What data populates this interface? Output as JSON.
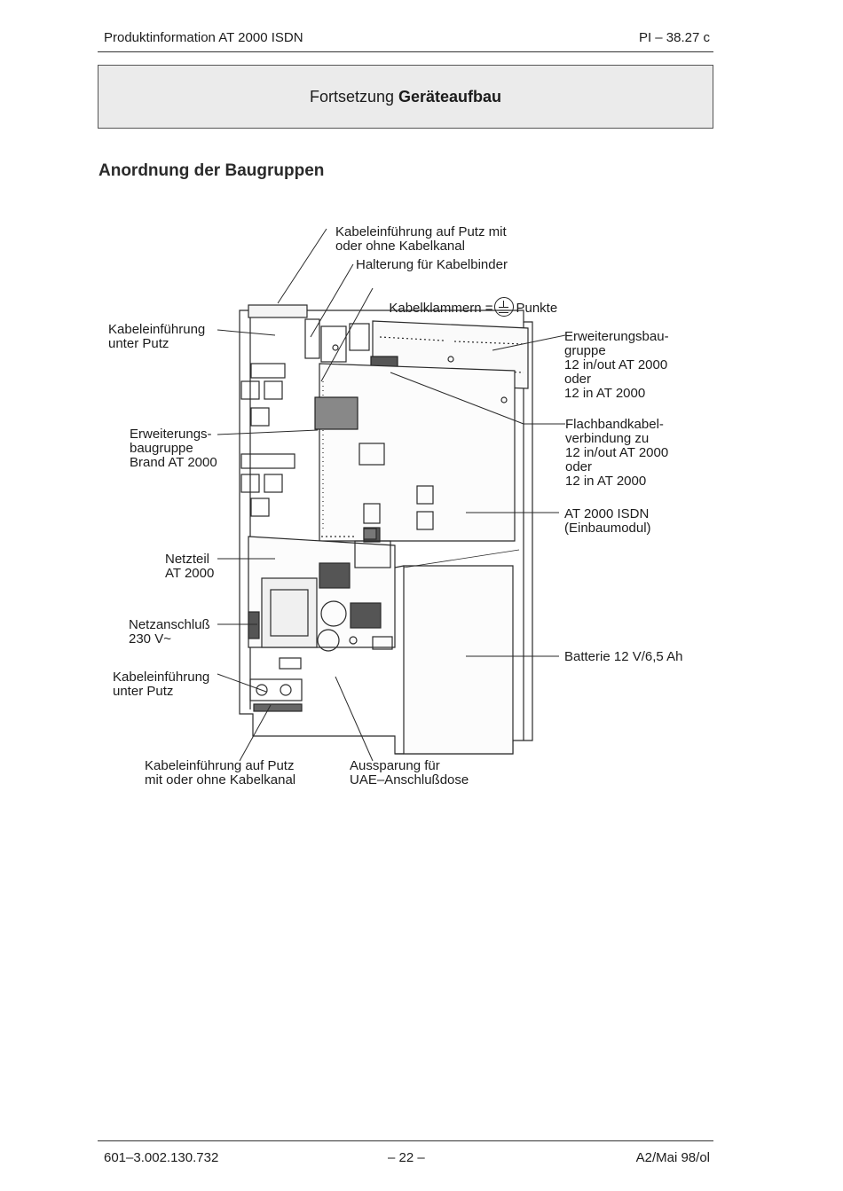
{
  "header": {
    "title": "Produktinformation AT 2000 ISDN",
    "doc_ref": "PI – 38.27 c"
  },
  "banner": {
    "prefix": "Fortsetzung",
    "bold": "Geräteaufbau"
  },
  "section": {
    "title": "Anordnung der Baugruppen"
  },
  "labels": {
    "kabel_aufputz_top": "Kabeleinführung auf Putz mit\noder ohne Kabelkanal",
    "halterung": "Halterung für Kabelbinder",
    "kabelklammern_pre": "Kabelklammern =",
    "kabelklammern_post": "Punkte",
    "kabel_unterputz_top": "Kabeleinführung\nunter Putz",
    "erweiterung_brand": "Erweiterungs-\nbaugruppe\nBrand AT 2000",
    "netzteil": "Netzteil\nAT 2000",
    "netzanschluss": "Netzanschluß\n230 V~",
    "kabel_unterputz_bottom": "Kabeleinführung\nunter Putz",
    "erweiterung_right": "Erweiterungsbau-\ngruppe\n12 in/out AT 2000\noder\n12 in AT 2000",
    "flachband": "Flachbandkabel-\nverbindung zu\n12 in/out AT 2000\noder\n12 in AT 2000",
    "einbaumodul": "AT 2000 ISDN\n(Einbaumodul)",
    "batterie": "Batterie 12 V/6,5 Ah",
    "kabel_aufputz_bottom": "Kabeleinführung auf Putz\nmit oder ohne Kabelkanal",
    "aussparung": "Aussparung für\nUAE–Anschlußdose"
  },
  "footer": {
    "doc_number": "601–3.002.130.732",
    "page": "– 22 –",
    "edition": "A2/Mai 98/ol"
  }
}
